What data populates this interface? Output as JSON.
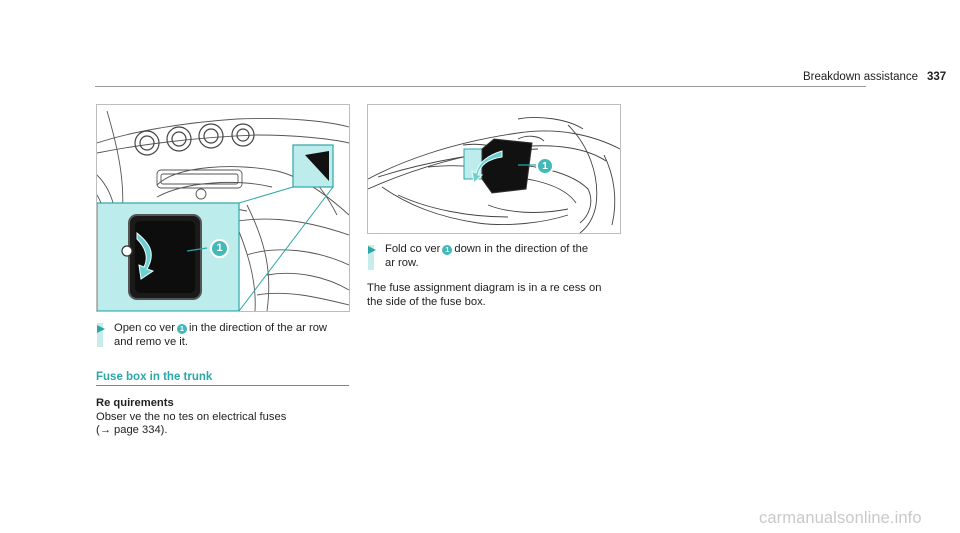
{
  "header": {
    "section": "Breakdown assistance",
    "page_number": "337"
  },
  "left_column": {
    "figure": {
      "callout": "1"
    },
    "step": {
      "line1_before": "Open co ver",
      "callout": "1",
      "line1_after": "in the direction of the ar row",
      "line2": "and remo ve it."
    },
    "section_title": "Fuse box in the trunk",
    "requirements": {
      "heading": "Re quirements",
      "line1": "Obser ve the no tes on electrical fuses",
      "line2": "(→ page 334)."
    }
  },
  "right_column": {
    "figure": {
      "callout": "1"
    },
    "step": {
      "line1_before": "Fold co ver",
      "callout": "1",
      "line1_after": "down in the direction of the",
      "line2": "ar row."
    },
    "note": {
      "line1": "The fuse assignment diagram is in a re cess on",
      "line2": "the side of the fuse box."
    }
  },
  "watermark": {
    "text": "carmanualsonline.info"
  },
  "colors": {
    "accent": "#2ea7a7",
    "highlight": "#bdecec",
    "callout": "#42b8b8"
  }
}
